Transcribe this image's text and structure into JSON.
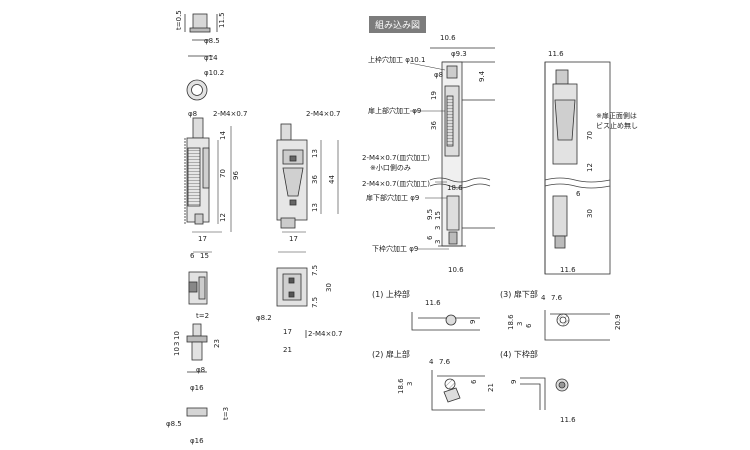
{
  "assembly_title": "組み込み図",
  "sections": {
    "upper_frame": "(1) 上枠部",
    "door_lower": "(3) 扉下部",
    "door_upper": "(2) 扉上部",
    "lower_frame": "(4) 下枠部"
  },
  "callouts": {
    "upper_hole": "上枠穴加工 φ10.1",
    "door_upper_hole": "扉上部穴加工 φ9",
    "m4_tap_small": "2-M4×0.7(皿穴加工)",
    "small_side_only": "※小口側のみ",
    "m4_tap": "2-M4×0.7(皿穴加工)",
    "door_lower_hole": "扉下部穴加工 φ9",
    "lower_hole": "下枠穴加工 φ9",
    "door_face_note_1": "※扉正面側は",
    "door_face_note_2": "ビス止め無し"
  },
  "left_dims": {
    "t05": "t=0.5",
    "d115": "11.5",
    "phi85": "φ8.5",
    "phi14": "φ14",
    "phi102": "φ10.2",
    "phi8_top": "φ8",
    "m4_a": "2-M4×0.7",
    "n14": "14",
    "n70": "70",
    "n96": "96",
    "n12": "12",
    "n17": "17",
    "n6": "6",
    "n15": "15",
    "t2": "t=2",
    "n10": "10",
    "n3": "3",
    "n10b": "10",
    "n23": "23",
    "phi8_b": "φ8",
    "phi16": "φ16",
    "phi85_b": "φ8.5",
    "t3": "t=3",
    "phi16_b": "φ16"
  },
  "mid_dims": {
    "m4_b": "2-M4×0.7",
    "n13a": "13",
    "n36": "36",
    "n44": "44",
    "n13b": "13",
    "n17": "17",
    "n75a": "7.5",
    "n30": "30",
    "n75b": "7.5",
    "phi82": "φ8.2",
    "m4_c": "2-M4×0.7",
    "n17b": "17",
    "n21": "21"
  },
  "asm_dims": {
    "n106a": "10.6",
    "phi93": "φ9.3",
    "phi8": "φ8",
    "n94": "9.4",
    "n19": "19",
    "n36": "36",
    "n186": "18.6",
    "n95": "9.5",
    "n15": "15",
    "n3a": "3",
    "n6": "6",
    "n3b": "3",
    "n106b": "10.6",
    "n116a": "11.6",
    "n70": "70",
    "n12": "12",
    "n6b": "6",
    "n30": "30",
    "n116b": "11.6"
  },
  "detail_dims": {
    "d1_116": "11.6",
    "d1_9": "9",
    "d3_4": "4",
    "d3_76": "7.6",
    "d3_186": "18.6",
    "d3_3": "3",
    "d3_6": "6",
    "d3_209": "20.9",
    "d2_4": "4",
    "d2_76": "7.6",
    "d2_186": "18.6",
    "d2_3": "3",
    "d2_6": "6",
    "d2_21": "21",
    "d4_9": "9",
    "d4_116": "11.6"
  }
}
